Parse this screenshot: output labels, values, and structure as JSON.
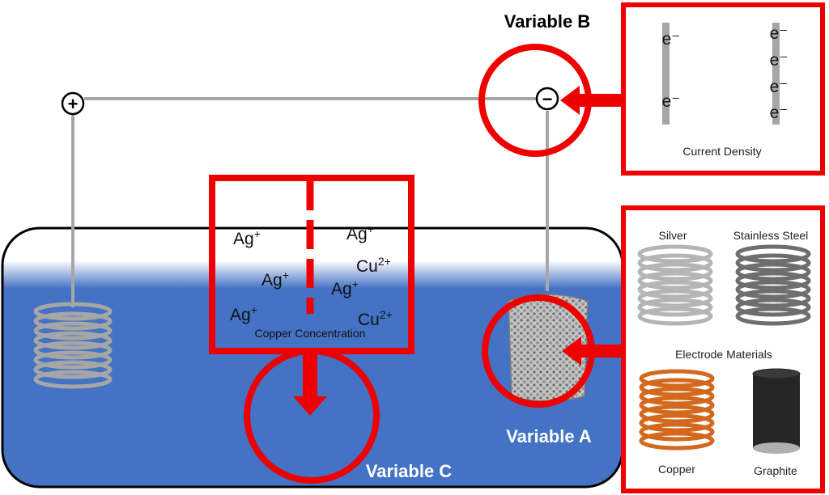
{
  "variables": {
    "a": "Variable A",
    "b": "Variable B",
    "c": "Variable C"
  },
  "terminals": {
    "positive_symbol": "+",
    "negative_symbol": "−"
  },
  "current_density": {
    "caption": "Current Density",
    "electron_label": "e⁻",
    "low_density_count": 2,
    "high_density_count": 4
  },
  "copper_concentration": {
    "caption": "Copper Concentration",
    "left_ions": [
      "Ag",
      "Ag",
      "Ag"
    ],
    "left_ion_charge": "+",
    "right_ions": [
      {
        "symbol": "Ag",
        "charge": "+"
      },
      {
        "symbol": "Cu",
        "charge": "2+"
      },
      {
        "symbol": "Ag",
        "charge": "+"
      },
      {
        "symbol": "Cu",
        "charge": "2+"
      }
    ]
  },
  "electrode_materials": {
    "caption": "Electrode Materials",
    "items": [
      {
        "name": "Silver",
        "color": "#b5b5b5"
      },
      {
        "name": "Stainless Steel",
        "color": "#6e6e6e"
      },
      {
        "name": "Copper",
        "color": "#d2691e"
      },
      {
        "name": "Graphite",
        "color": "#262626"
      }
    ]
  },
  "colors": {
    "highlight": "#ee0000",
    "electrolyte": "#4472c4",
    "wire": "#a6a6a6",
    "tank_border": "#000000"
  }
}
